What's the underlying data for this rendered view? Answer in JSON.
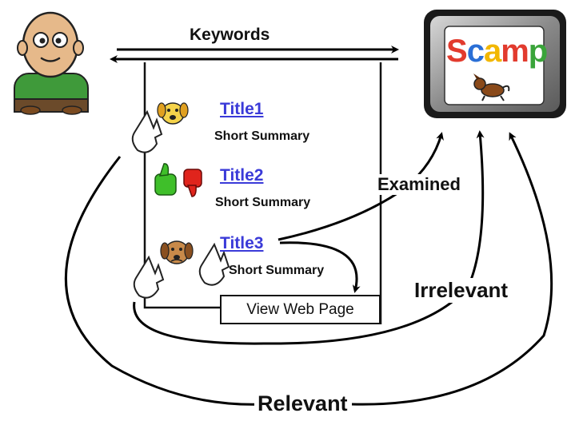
{
  "labels": {
    "keywords": "Keywords",
    "examined": "Examined",
    "irrelevant": "Irrelevant",
    "relevant": "Relevant"
  },
  "results": [
    {
      "title": "Title1",
      "summary": "Short Summary"
    },
    {
      "title": "Title2",
      "summary": "Short Summary"
    },
    {
      "title": "Title3",
      "summary": "Short Summary"
    }
  ],
  "view_button": "View Web Page",
  "logo": {
    "letters": [
      "S",
      "c",
      "a",
      "m",
      "p"
    ],
    "colors": [
      "#e23b2e",
      "#2a6fd6",
      "#f2b700",
      "#e23b2e",
      "#3aa43a"
    ]
  },
  "colors": {
    "link": "#3a3ad8",
    "thumb_up": "#3fbf2a",
    "thumb_down": "#e0241c",
    "shirt": "#3f9a3a"
  }
}
